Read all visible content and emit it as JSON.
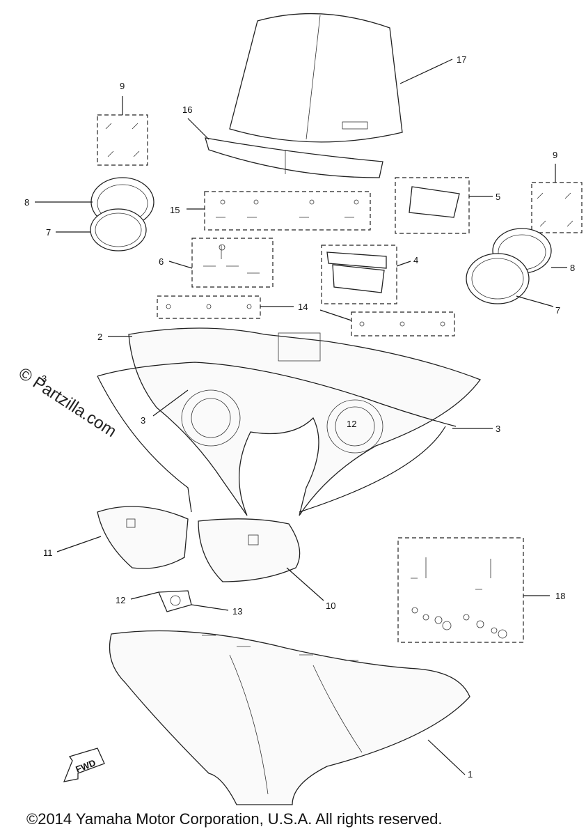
{
  "callouts": {
    "c1": "1",
    "c2": "2",
    "c3a": "3",
    "c3b": "3",
    "c3c": "3",
    "c4": "4",
    "c5": "5",
    "c6": "6",
    "c7a": "7",
    "c7b": "7",
    "c8a": "8",
    "c8b": "8",
    "c9a": "9",
    "c9b": "9",
    "c10": "10",
    "c11": "11",
    "c12a": "12",
    "c12b": "12",
    "c13": "13",
    "c14": "14",
    "c15": "15",
    "c16": "16",
    "c17": "17",
    "c18": "18"
  },
  "fwd_label": "FWD",
  "watermark": "© Partzilla.com",
  "copyright": "©2014 Yamaha Motor Corporation, U.S.A. All rights reserved."
}
